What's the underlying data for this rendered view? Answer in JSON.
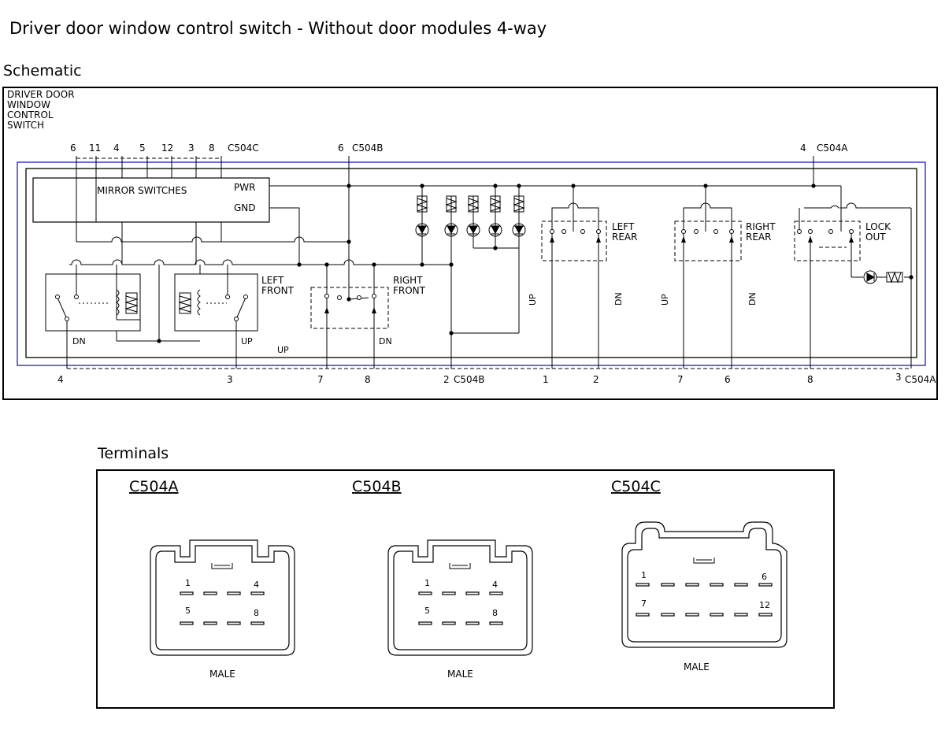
{
  "title": "Driver door window control switch - Without door modules 4-way",
  "schematic": {
    "section_label": "Schematic",
    "component_label_lines": [
      "DRIVER DOOR",
      "WINDOW",
      "CONTROL",
      "SWITCH"
    ],
    "mirror_switches": {
      "label": "MIRROR SWITCHES",
      "pwr": "PWR",
      "gnd": "GND"
    },
    "top_pins_c504c": [
      "6",
      "11",
      "4",
      "5",
      "12",
      "3",
      "8"
    ],
    "top_connector_c504c": "C504C",
    "top_pin_c504b": "6",
    "top_connector_c504b": "C504B",
    "top_pin_c504a": "4",
    "top_connector_c504a": "C504A",
    "switch_labels": {
      "left_front": [
        "LEFT",
        "FRONT"
      ],
      "right_front": [
        "RIGHT",
        "FRONT"
      ],
      "left_rear": [
        "LEFT",
        "REAR"
      ],
      "right_rear": [
        "RIGHT",
        "REAR"
      ],
      "lock_out": [
        "LOCK",
        "OUT"
      ]
    },
    "direction_labels": {
      "dn": "DN",
      "up": "UP"
    },
    "bottom_pins": [
      "4",
      "3",
      "7",
      "8",
      "2",
      "1",
      "2",
      "7",
      "6",
      "8",
      "3"
    ],
    "bottom_connector_c504b": "C504B",
    "bottom_connector_c504a": "C504A"
  },
  "terminals": {
    "section_label": "Terminals",
    "connectors": [
      {
        "name": "C504A",
        "pin_tl": "1",
        "pin_tr": "4",
        "pin_bl": "5",
        "pin_br": "8",
        "gender": "MALE"
      },
      {
        "name": "C504B",
        "pin_tl": "1",
        "pin_tr": "4",
        "pin_bl": "5",
        "pin_br": "8",
        "gender": "MALE"
      },
      {
        "name": "C504C",
        "pin_tl": "1",
        "pin_tr": "6",
        "pin_bl": "7",
        "pin_br": "12",
        "gender": "MALE"
      }
    ]
  },
  "colors": {
    "line": "#000000",
    "boundary": "#1a1ad6"
  }
}
